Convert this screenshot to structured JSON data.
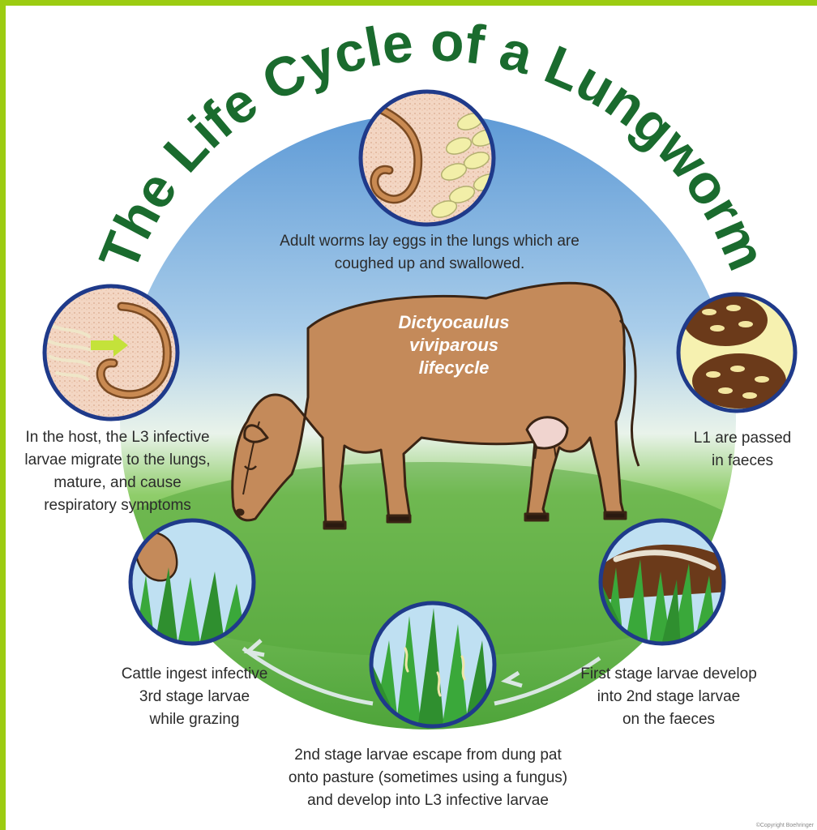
{
  "title": "The Life Cycle of a Lungworm",
  "species": [
    "Dictyocaulus",
    "viviparous",
    "lifecycle"
  ],
  "stages": {
    "adult": [
      "Adult worms lay eggs in the lungs which are",
      "coughed up and swallowed."
    ],
    "faeces": [
      "L1 are passed",
      "in faeces"
    ],
    "first_stage": [
      "First stage larvae develop",
      "into 2nd stage larvae",
      "on the faeces"
    ],
    "escape": [
      "2nd stage larvae escape from dung pat",
      "onto pasture (sometimes using a fungus)",
      "and develop into L3 infective larvae"
    ],
    "ingest": [
      "Cattle ingest infective",
      "3rd stage larvae",
      "while grazing"
    ],
    "host": [
      "In the host, the L3 infective",
      "larvae migrate to the lungs,",
      "mature, and cause",
      "respiratory symptoms"
    ]
  },
  "copyright": "©Copyright Boehringer",
  "colors": {
    "border": "#9ccc11",
    "title": "#1a6b2e",
    "sky": "#6fa6d9",
    "grass": "#5cae3a",
    "cow": "#c48a5a",
    "ring": "#1f3a8a"
  }
}
